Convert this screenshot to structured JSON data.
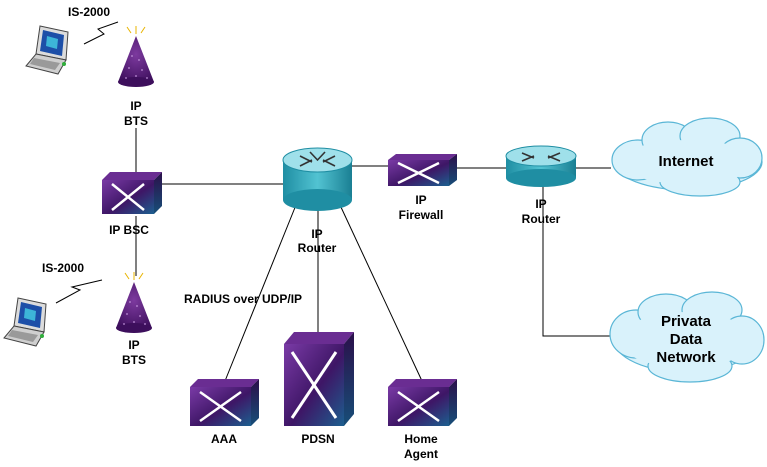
{
  "labels": {
    "top_air_interface": "IS-2000",
    "bottom_air_interface": "IS-2000",
    "top_bts": [
      "IP",
      "BTS"
    ],
    "bottom_bts": [
      "IP",
      "BTS"
    ],
    "bsc": "IP BSC",
    "core_router": [
      "IP",
      "Router"
    ],
    "firewall": [
      "IP",
      "Firewall"
    ],
    "edge_router": [
      "IP",
      "Router"
    ],
    "internet": "Internet",
    "private_network": [
      "Privata",
      "Data",
      "Network"
    ],
    "radius_link": "RADIUS over UDP/IP",
    "aaa": "AAA",
    "pdsn": "PDSN",
    "home_agent": [
      "Home",
      "Agent"
    ]
  },
  "colors": {
    "purple": "#4a1a6e",
    "router_teal": "#2fa4b8",
    "cloud_fill": "#d9f2fb",
    "cloud_stroke": "#5ab6d6"
  },
  "icons": {
    "laptop": "laptop-icon",
    "bts": "bts-tower-icon",
    "bsc": "bsc-switch-icon",
    "router": "router-icon",
    "firewall": "firewall-icon",
    "server": "server-icon",
    "cloud": "cloud-icon",
    "wireless": "wireless-zigzag-icon"
  }
}
